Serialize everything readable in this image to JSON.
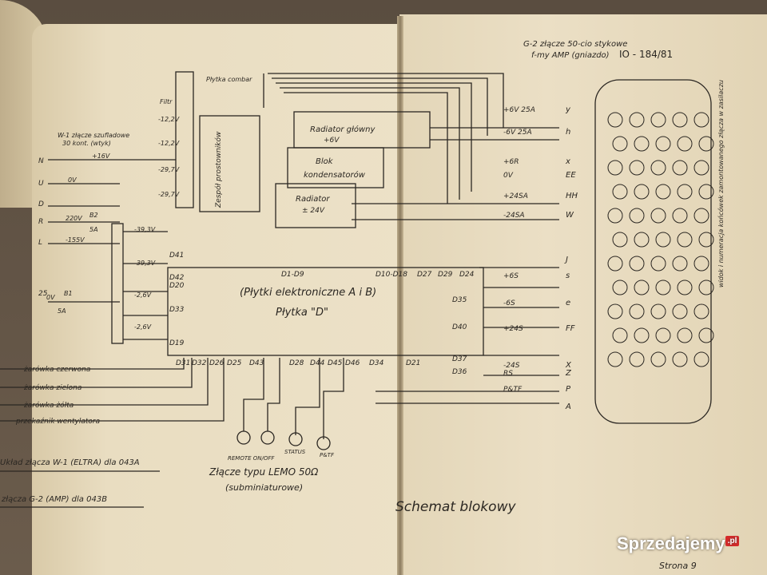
{
  "header": {
    "doc_number": "IO - 184/81",
    "connector_title": "G-2 złącze 50-cio stykowe",
    "connector_subtitle": "f-my AMP (gniazdo)",
    "page_label": "Strona 9"
  },
  "blocks": {
    "plytka_combar": "Płytka combar",
    "zasilacz": "Zespół prostowników",
    "radiator_glowny": "Radiator główny",
    "radiator_glowny_v": "+6V",
    "blok_kond": "Blok",
    "blok_kond2": "kondensatorów",
    "radiator2": "Radiator",
    "radiator2_v": "± 24V",
    "plytki": "(Płytki elektroniczne A i B)",
    "plytka_d": "Płytka \"D\"",
    "filtr": "Filtr",
    "lemo": "Złącze typu LEMO 50Ω",
    "lemo_sub": "(subminiaturowe)",
    "schemat": "Schemat blokowy",
    "wtyk_note": "widok i numeracja końcówek zamontowanego złącza w zasilaczu"
  },
  "left_labels": {
    "w1": "W-1 złącze szufladowe",
    "w1b": "30 kont. (wtyk)",
    "rows": [
      "N",
      "U",
      "D",
      "R",
      "L",
      "25"
    ],
    "voltages": [
      "+16V",
      "0V",
      "220V",
      "-155V",
      "0V"
    ],
    "fuses": [
      "B2",
      "5A",
      "B1",
      "5A"
    ]
  },
  "bottom_legend": [
    "żarówka czerwona",
    "żarówka zielona",
    "żarówka żółta",
    "przekaźnik wentylatora"
  ],
  "bottom_notes": [
    "Układ złącza W-1 (ELTRA) dla 043A",
    "złącza G-2 (AMP) dla 043B"
  ],
  "lemo_connectors": [
    "REMOTE ON/OFF",
    "STATUS",
    "P&TF"
  ],
  "d_pins_bottom": [
    "D31",
    "D32",
    "D26",
    "D25",
    "D43",
    "D28",
    "D44",
    "D45",
    "D46",
    "D34",
    "D21"
  ],
  "d_pins_left": [
    "D41",
    "D42",
    "D20",
    "D33",
    "D19"
  ],
  "d_pins_right": [
    "D35",
    "D40",
    "D37",
    "D36"
  ],
  "d_pins_top": [
    "D1-D9",
    "D10-D18",
    "D27",
    "D29",
    "D24"
  ],
  "filter_voltages": [
    "-12,2V",
    "-12,2V",
    "-29,7V",
    "-29,7V",
    "-39,3V",
    "-39,3V",
    "-2,6V",
    "-2,6V"
  ],
  "output_signals": [
    {
      "label": "+6V 25A",
      "pin": "y"
    },
    {
      "label": "-6V 25A",
      "pin": "h"
    },
    {
      "label": "+6R",
      "pin": "x"
    },
    {
      "label": "0V",
      "pin": "EE"
    },
    {
      "label": "+24SA",
      "pin": "HH"
    },
    {
      "label": "-24SA",
      "pin": "W"
    },
    {
      "label": "",
      "pin": "J"
    },
    {
      "label": "+6S",
      "pin": "s"
    },
    {
      "label": "-6S",
      "pin": "e"
    },
    {
      "label": "+24S",
      "pin": "FF"
    },
    {
      "label": "-24S",
      "pin": "X"
    },
    {
      "label": "RS",
      "pin": "Z"
    },
    {
      "label": "P&TF",
      "pin": "P"
    },
    {
      "label": "",
      "pin": "A"
    }
  ],
  "watermark": {
    "text": "Sprzedajemy",
    "tld": ".pl"
  },
  "colors": {
    "paper": "#e9ddc1",
    "ink": "#2b2722"
  }
}
